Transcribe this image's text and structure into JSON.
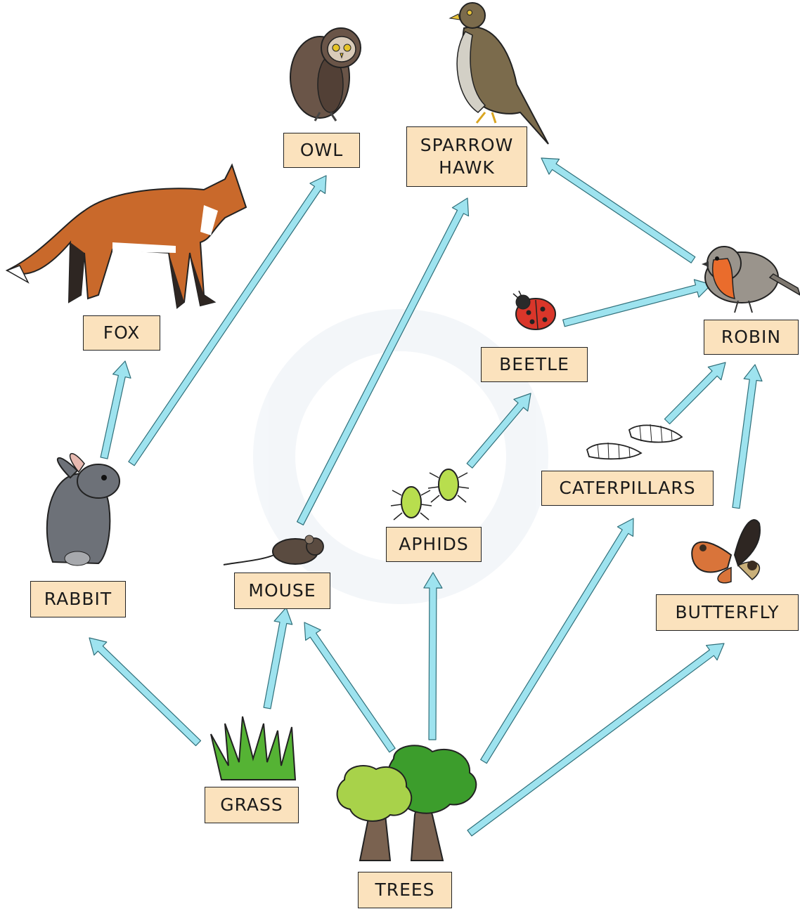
{
  "labels": {
    "owl": "OWL",
    "sparrow_hawk": "SPARROW\nHAWK",
    "fox": "FOX",
    "robin": "ROBIN",
    "beetle": "BEETLE",
    "caterpillars": "CATERPILLARS",
    "aphids": "APHIDS",
    "rabbit": "RABBIT",
    "mouse": "MOUSE",
    "butterfly": "BUTTERFLY",
    "grass": "GRASS",
    "trees": "TREES"
  },
  "colors": {
    "arrow": "#9ee3ef",
    "arrow_outline": "#2f6f7a",
    "label_fill": "#fbe2bd",
    "label_border": "#222222",
    "grass": "#55b334",
    "tree_dark": "#3c9d2c",
    "tree_light": "#a8d24a",
    "trunk": "#7a6250",
    "fox": "#c9692b",
    "owl": "#6a5548",
    "hawk": "#7b6b4c",
    "rabbit": "#6d7178",
    "mouse": "#5a4b40",
    "beetle": "#d9362a",
    "aphid": "#b8de4e",
    "robin_breast": "#ea6c2c",
    "butterfly": "#d9743a"
  },
  "links": [
    {
      "from": "grass",
      "to": "rabbit"
    },
    {
      "from": "grass",
      "to": "mouse"
    },
    {
      "from": "trees",
      "to": "mouse"
    },
    {
      "from": "trees",
      "to": "aphids"
    },
    {
      "from": "trees",
      "to": "caterpillars"
    },
    {
      "from": "trees",
      "to": "butterfly"
    },
    {
      "from": "rabbit",
      "to": "fox"
    },
    {
      "from": "rabbit",
      "to": "owl"
    },
    {
      "from": "mouse",
      "to": "sparrow_hawk"
    },
    {
      "from": "aphids",
      "to": "beetle"
    },
    {
      "from": "beetle",
      "to": "robin"
    },
    {
      "from": "caterpillars",
      "to": "robin"
    },
    {
      "from": "butterfly",
      "to": "robin"
    },
    {
      "from": "robin",
      "to": "sparrow_hawk"
    }
  ]
}
